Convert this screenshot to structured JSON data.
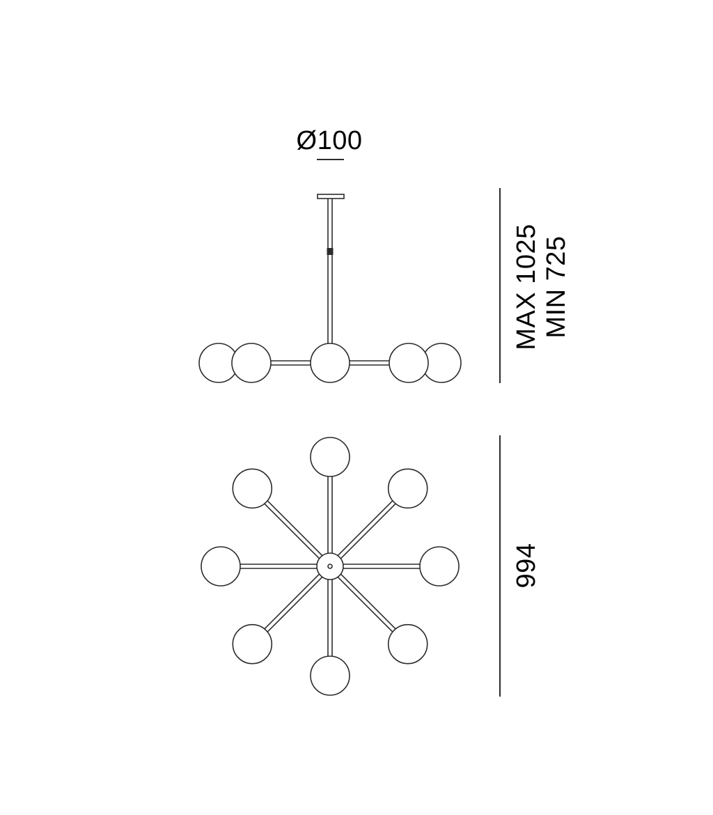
{
  "drawing": {
    "line_color": "#2b2b2b",
    "background": "#ffffff",
    "dimensions": {
      "diameter_label": "Ø100",
      "height_max_label": "MAX 1025",
      "height_min_label": "MIN 725",
      "width_label": "994"
    },
    "views": {
      "side": {
        "visible_globes": 5
      },
      "top": {
        "arms": 8
      }
    }
  }
}
